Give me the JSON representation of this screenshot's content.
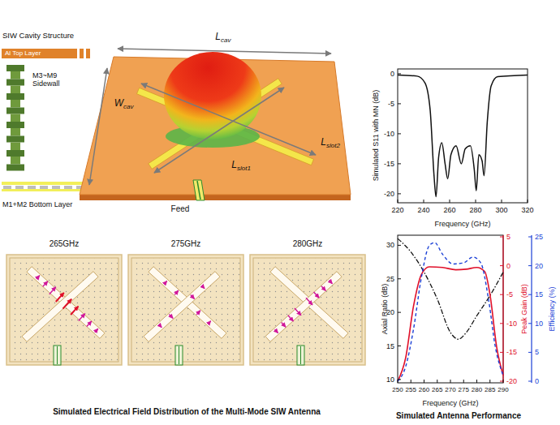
{
  "diagram": {
    "nodes": [
      {
        "text": [
          "265GHz"
        ]
      },
      {
        "text": [
          "275GHz"
        ]
      },
      {
        "text": [
          "280GHz"
        ]
      }
    ],
    "labels": [
      "SIW Cavity Structure",
      "Al Top Layer",
      "M3~M9 Sidewall",
      "M1+M2 Bottom Layer",
      "L",
      "cav",
      "W",
      "cav",
      "L",
      "slot2",
      "L",
      "slot1",
      "Feed",
      "Simulated S11 with MN (dB)",
      "0",
      "-5",
      "-10",
      "-15",
      "-20",
      "220",
      "240",
      "260",
      "280",
      "300",
      "320",
      "Frequency (GHz)",
      "Axial Ratio (dB)",
      "30",
      "25",
      "20",
      "15",
      "10",
      "Peak Gain (dB)",
      "5",
      "0",
      "-5",
      "-10",
      "-15",
      "-20",
      "Efficiency (%)",
      "25",
      "20",
      "15",
      "10",
      "5",
      "0",
      "250",
      "255",
      "260",
      "265",
      "270",
      "275",
      "280",
      "285",
      "290",
      "Frequency (GHz)",
      "Simulated Electrical Field Distribution of the Multi-Mode SIW Antenna",
      "Simulated Antenna Performance"
    ]
  }
}
